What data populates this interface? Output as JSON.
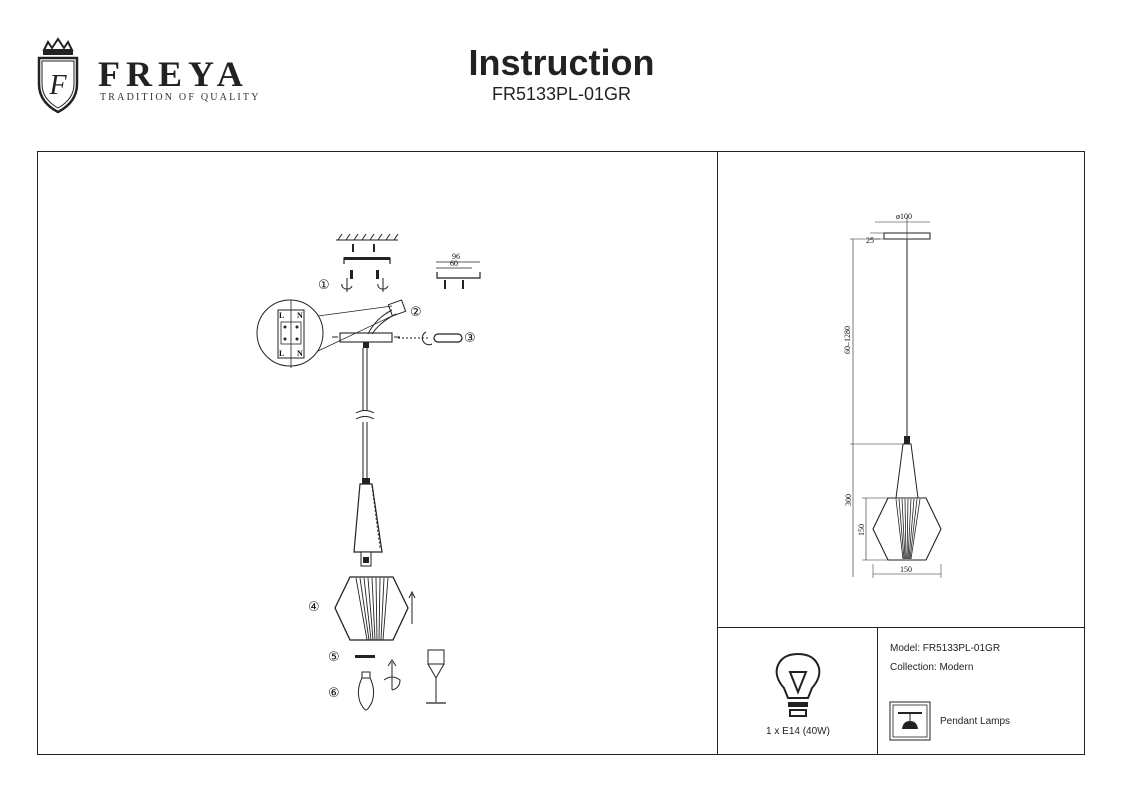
{
  "brand": {
    "name": "FREYA",
    "tagline": "TRADITION OF QUALITY"
  },
  "header": {
    "title": "Instruction",
    "model_code": "FR5133PL-01GR"
  },
  "assembly": {
    "steps": [
      "①",
      "②",
      "③",
      "④",
      "⑤",
      "⑥"
    ],
    "bracket_dims": {
      "outer": "96",
      "inner": "60"
    },
    "terminal_labels": {
      "top_left": "L",
      "top_right": "N",
      "bottom_left": "L",
      "bottom_right": "N"
    }
  },
  "dimensions": {
    "canopy_diameter": "ø100",
    "canopy_height": "25",
    "cord_length": "60–1280",
    "total_height": "300",
    "shade_height": "150",
    "shade_width": "150"
  },
  "specs": {
    "model": "Model: FR5133PL-01GR",
    "collection": "Collection: Modern",
    "lamp_type": "Pendant Lamps",
    "bulb": "1 x E14 (40W)"
  },
  "icons": [
    "crown-logo-icon",
    "bulb-icon",
    "pendant-lamp-icon"
  ]
}
